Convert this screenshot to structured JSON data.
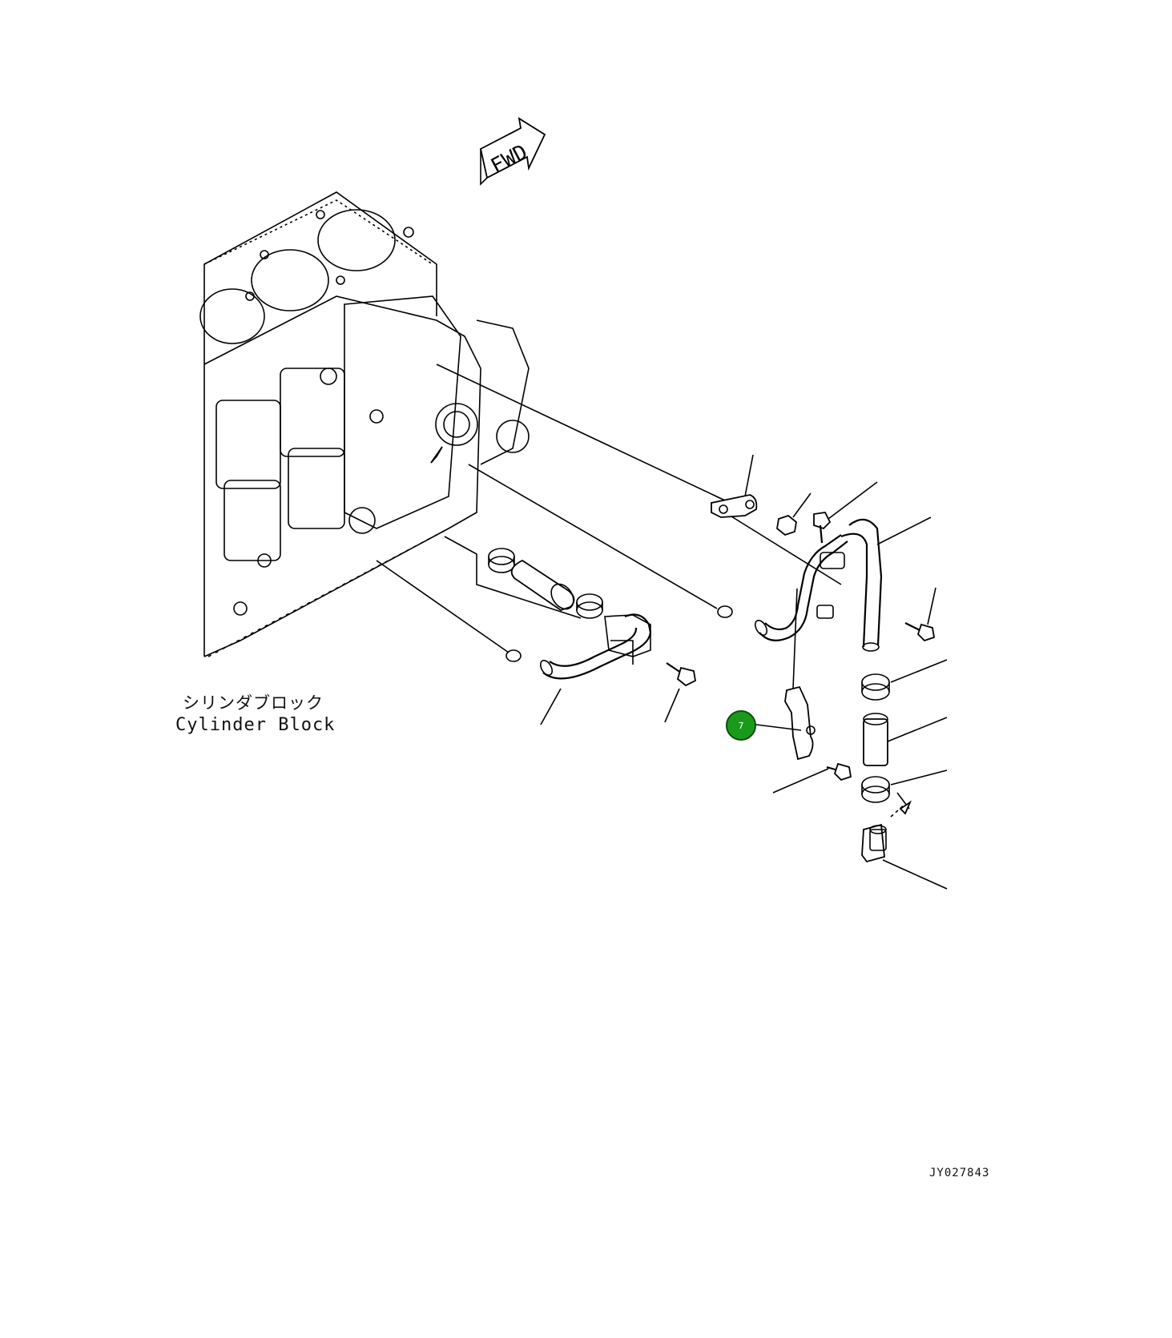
{
  "diagram": {
    "fwd_label": "FWD",
    "caption_jp": "シリンダブロック",
    "caption_en": "Cylinder Block",
    "drawing_id": "JY027843",
    "callout": {
      "number": "7",
      "color": "#1a9a1a"
    }
  }
}
